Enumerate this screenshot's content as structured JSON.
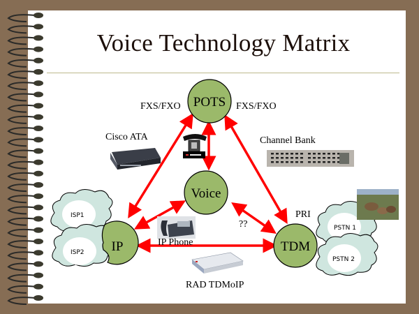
{
  "slide": {
    "title": "Voice Technology Matrix"
  },
  "nodes": {
    "pots": "POTS",
    "voice": "Voice",
    "ip": "IP",
    "tdm": "TDM"
  },
  "clouds": {
    "isp1": "ISP1",
    "isp2": "ISP2",
    "pstn1": "PSTN 1",
    "pstn2": "PSTN 2"
  },
  "labels": {
    "fxs_left": "FXS/FXO",
    "fxs_right": "FXS/FXO",
    "cisco_ata": "Cisco ATA",
    "channel_bank": "Channel Bank",
    "ip_phone": "IP Phone",
    "pri": "PRI",
    "unknown": "??",
    "rad_tdmoip": "RAD TDMoIP"
  },
  "colors": {
    "background": "#866d54",
    "paper": "#ffffff",
    "node_fill": "#9bb96a",
    "arrow": "#ff0000",
    "cloud": "#cfe6df",
    "rule": "#bdb98c"
  }
}
